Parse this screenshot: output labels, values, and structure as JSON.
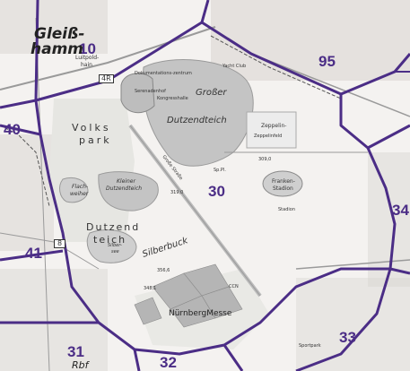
{
  "districts": {
    "d10": "10",
    "d95": "95",
    "d40": "40",
    "d30": "30",
    "d41": "41",
    "d31": "31",
    "d32": "32",
    "d33": "33",
    "d34": "34"
  },
  "place_names": {
    "gleiss_1": "Gleiß-",
    "gleiss_2": "hamm",
    "luitpold_1": "Luitpold-",
    "luitpold_2": "hain",
    "grosser": "Großer",
    "dutzendteich": "Dutzendteich",
    "volkspark_1": "Volks",
    "volkspark_2": "park",
    "flachweiher_1": "Flach-",
    "flachweiher_2": "weiher",
    "kleiner_1": "Kleiner",
    "kleiner_2": "Dutzendteich",
    "dutzend_1": "Dutzend",
    "dutzend_2": "teich",
    "silberbuck": "Silberbuck",
    "silbersee_1": "Silber-",
    "silbersee_2": "see",
    "nuernbergmesse": "NürnbergMesse",
    "frankenstadion_1": "Franken-",
    "frankenstadion_2": "Stadion",
    "zeppelin": "Zeppelin-",
    "rbf": "Rbf"
  },
  "route_badges": {
    "b4r": "4R",
    "b8": "8"
  },
  "small_labels": {
    "dokzentrum": "Dokumentations-zentrum",
    "kongresshalle": "Kongresshalle",
    "yacht": "Yacht Club",
    "serenadenhof": "Serenadenhof",
    "spiel": "Sp.Pl.",
    "zeppelinfeld": "Zeppelinfeld",
    "stadion_label": "Stadion",
    "grosse_strasse": "Große Straße",
    "e309": "309,0",
    "e319": "319,0",
    "e3566": "356,6",
    "e3481": "348,1",
    "sportpark": "Sportpark",
    "messe_label": "NürnbergMesse",
    "ccn": "CCN"
  }
}
